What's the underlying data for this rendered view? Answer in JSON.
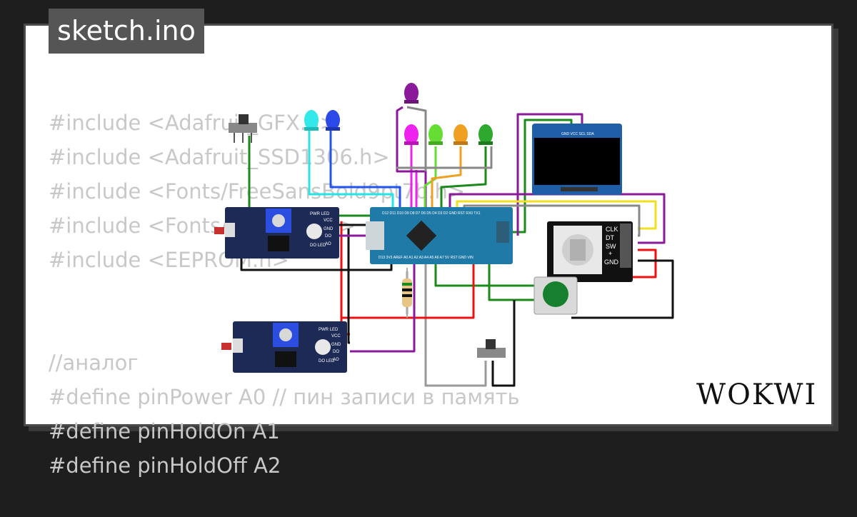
{
  "tab": {
    "filename": "sketch.ino"
  },
  "code_lines": [
    "#include <Adafruit_GFX.h>",
    "#include <Adafruit_SSD1306.h>",
    "#include <Fonts/FreeSansBold9pt7b.h>",
    "#include <Fonts/Picopixel.h>",
    "#include <EEPROM.h>",
    "",
    "",
    "//аналог",
    "#define pinPower A0 // пин записи в память",
    "#define pinHoldOn A1",
    "#define pinHoldOff A2"
  ],
  "board": {
    "name": "Arduino Nano",
    "top_pins": "D12 D11 D10 D9 D8 D7 D6 D5 D4 D3 D2 GND RST RX0 TX1",
    "bottom_pins": "D13 3V3 AREF A0 A1 A2 A3 A4 A5 A6 A7 5V RST GND VIN"
  },
  "oled": {
    "pins": "GND VCC SCL SDA"
  },
  "encoder": {
    "pins": [
      "CLK",
      "DT",
      "SW",
      "+",
      "GND"
    ]
  },
  "sensor_top": {
    "labels": [
      "PWR LED",
      "VCC",
      "GND",
      "DO",
      "AO",
      "DO LED"
    ]
  },
  "sensor_bottom": {
    "labels": [
      "PWR LED",
      "VCC",
      "GND",
      "DO",
      "AO",
      "DO LED"
    ]
  },
  "brand": {
    "logo_text": "WOKWI"
  },
  "colors": {
    "wire_green": "#1a8a1a",
    "wire_purple": "#8b1a9b",
    "wire_cyan": "#22e6e6",
    "wire_blue": "#2255ee",
    "wire_magenta": "#ee22ee",
    "wire_orange": "#f0a020",
    "wire_lime": "#66dd33",
    "wire_yellow": "#f0e020",
    "wire_red": "#ee1111",
    "wire_black": "#111111",
    "wire_gray": "#999999",
    "board_blue": "#1f7aa8",
    "module_navy": "#1c2a55"
  }
}
